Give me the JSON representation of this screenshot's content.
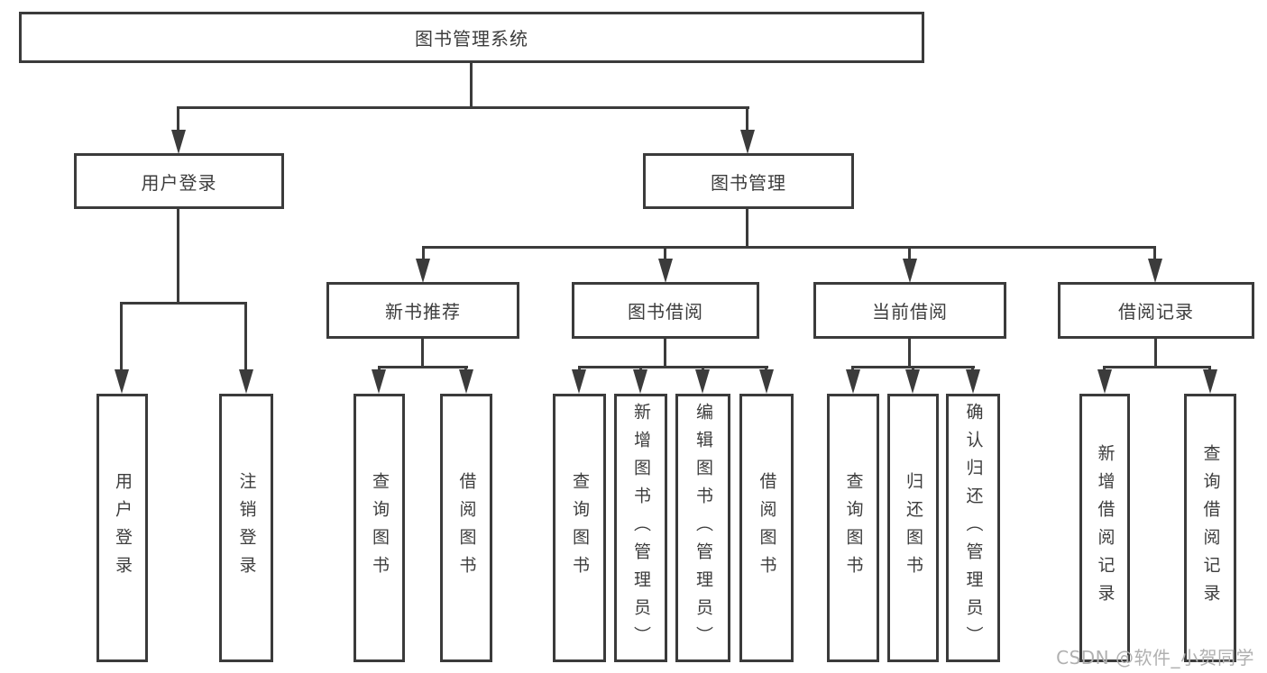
{
  "diagram": {
    "root": {
      "label": "图书管理系统"
    },
    "branches": [
      {
        "label": "用户登录",
        "children": [
          {
            "label": "用户登录"
          },
          {
            "label": "注销登录"
          }
        ]
      },
      {
        "label": "图书管理",
        "children": [
          {
            "label": "新书推荐",
            "children": [
              {
                "label": "查询图书"
              },
              {
                "label": "借阅图书"
              }
            ]
          },
          {
            "label": "图书借阅",
            "children": [
              {
                "label": "查询图书"
              },
              {
                "label": "新增图书（管理员）"
              },
              {
                "label": "编辑图书（管理员）"
              },
              {
                "label": "借阅图书"
              }
            ]
          },
          {
            "label": "当前借阅",
            "children": [
              {
                "label": "查询图书"
              },
              {
                "label": "归还图书"
              },
              {
                "label": "确认归还（管理员）"
              }
            ]
          },
          {
            "label": "借阅记录",
            "children": [
              {
                "label": "新增借阅记录"
              },
              {
                "label": "查询借阅记录"
              }
            ]
          }
        ]
      }
    ]
  },
  "watermark": {
    "text": "CSDN @软件_小贺同学"
  },
  "colors": {
    "line": "#3b3b3b",
    "border": "#3b3b3b",
    "text": "#3d3d3d",
    "watermark": "#b0b0b0",
    "background": "#ffffff"
  }
}
